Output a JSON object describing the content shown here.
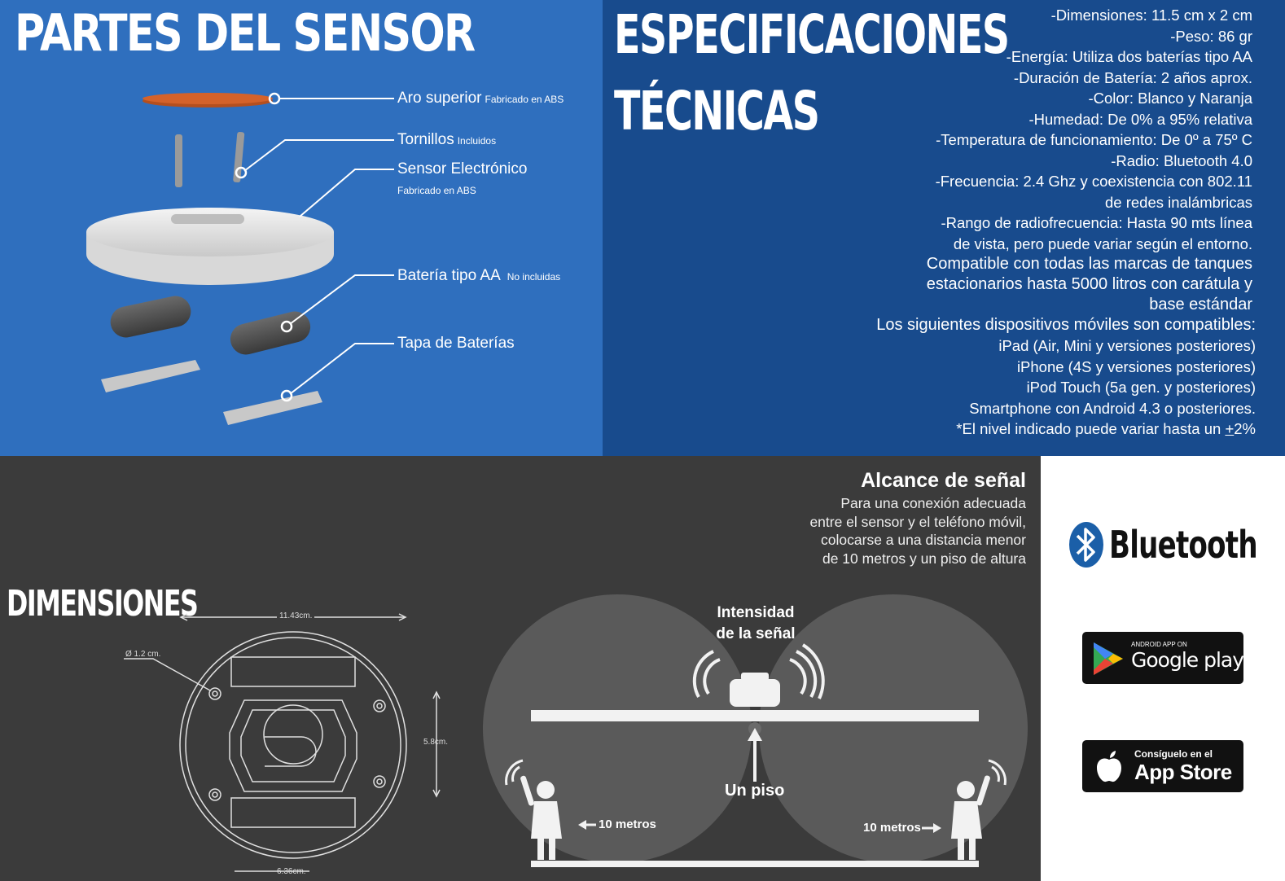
{
  "parts": {
    "title": "PARTES DEL SENSOR",
    "labels": [
      {
        "name": "Aro superior",
        "note": "Fabricado en ABS"
      },
      {
        "name": "Tornillos",
        "note": "Incluidos"
      },
      {
        "name": "Sensor Electrónico",
        "note": "Fabricado en ABS"
      },
      {
        "name": "Batería tipo AA",
        "note": "No incluidas"
      },
      {
        "name": "Tapa de Baterías",
        "note": ""
      }
    ]
  },
  "specs": {
    "title_line1": "ESPECIFICACIONES",
    "title_line2": "TÉCNICAS",
    "lines": [
      "-Dimensiones: 11.5 cm x 2 cm",
      "-Peso: 86 gr",
      "-Energía: Utiliza dos baterías tipo AA",
      "-Duración de Batería: 2 años aprox.",
      "-Color: Blanco y Naranja",
      "-Humedad: De 0% a 95% relativa",
      "-Temperatura de funcionamiento: De 0º a 75º C",
      "-Radio: Bluetooth 4.0",
      "-Frecuencia: 2.4 Ghz y coexistencia con 802.11",
      "de redes inalámbricas",
      "-Rango de radiofrecuencia: Hasta 90 mts línea",
      "de vista, pero puede variar según el entorno."
    ],
    "compat_lines": [
      "Compatible con todas las marcas de tanques",
      "estacionarios  hasta 5000  litros con carátula y",
      "base estándar",
      "Los siguientes dispositivos móviles son compatibles:"
    ],
    "device_lines": [
      "iPad (Air, Mini y versiones posteriores)",
      "iPhone (4S y versiones posteriores)",
      "iPod Touch (5a gen. y posteriores)",
      "Smartphone con Android 4.3 o posteriores."
    ],
    "note_prefix": "*El nivel indicado puede variar hasta un ",
    "note_pm": "+",
    "note_value": "2%"
  },
  "dimensions": {
    "title": "DIMENSIONES",
    "width_label": "11.43cm.",
    "hole_label": "Ø 1.2 cm.",
    "height_label": "5.8cm.",
    "bottom_label": "6.36cm."
  },
  "signal": {
    "title": "Alcance de señal",
    "desc": [
      "Para una conexión adecuada",
      "entre el sensor y el teléfono móvil,",
      "colocarse a una distancia menor",
      "de 10 metros y un piso de altura"
    ],
    "intensity_line1": "Intensidad",
    "intensity_line2": "de la señal",
    "floor_label": "Un piso",
    "left_distance": "10 metros",
    "right_distance": "10 metros"
  },
  "logos": {
    "bluetooth": "Bluetooth",
    "google_small": "ANDROID APP ON",
    "google_big": "Google play",
    "apple_small": "Consíguelo en el",
    "apple_big": "App Store"
  },
  "colors": {
    "parts_bg": "#2f6fbe",
    "specs_bg": "#184b8d",
    "bottom_bg": "#3b3b3b",
    "ring_orange": "#d4622a"
  }
}
